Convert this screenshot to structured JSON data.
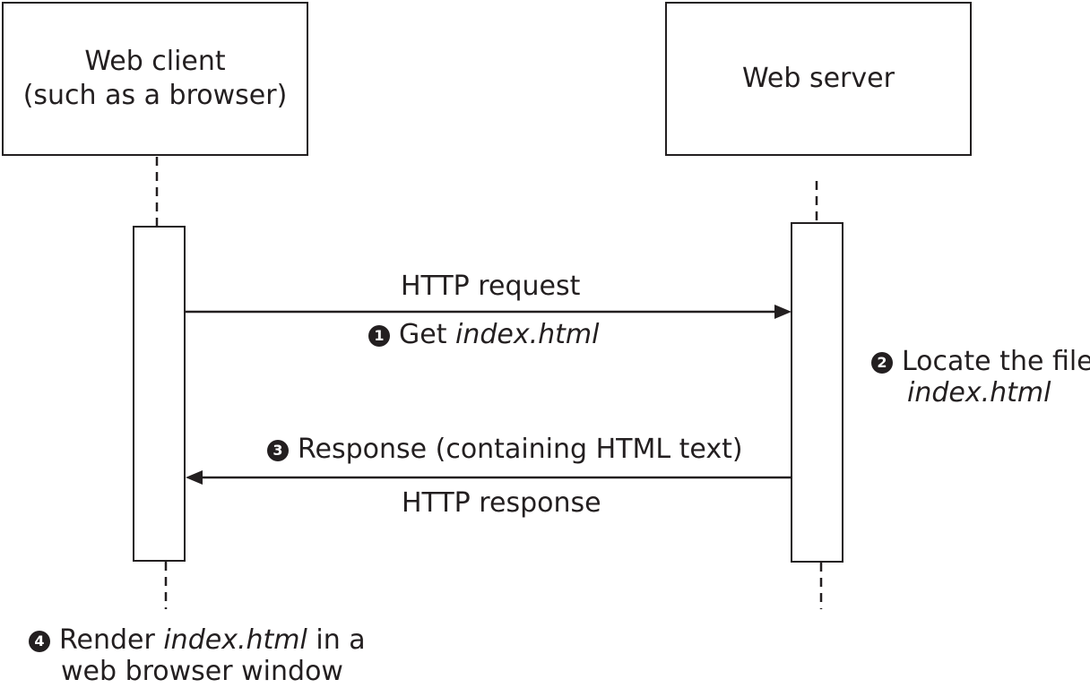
{
  "client": {
    "title_line1": "Web client",
    "title_line2": "(such as a browser)"
  },
  "server": {
    "title": "Web server"
  },
  "request": {
    "label": "HTTP request",
    "step_number": "1",
    "step_text": "Get ",
    "step_file": "index.html"
  },
  "locate": {
    "step_number": "2",
    "line1": "Locate the file:",
    "line2": "index.html"
  },
  "response": {
    "step_number": "3",
    "step_text": "Response (containing HTML text)",
    "label": "HTTP response"
  },
  "render": {
    "step_number": "4",
    "text_before": "Render ",
    "file": "index.html",
    "text_after": " in a",
    "line2": "web browser window"
  },
  "colors": {
    "ink": "#231f20",
    "background": "#ffffff"
  }
}
